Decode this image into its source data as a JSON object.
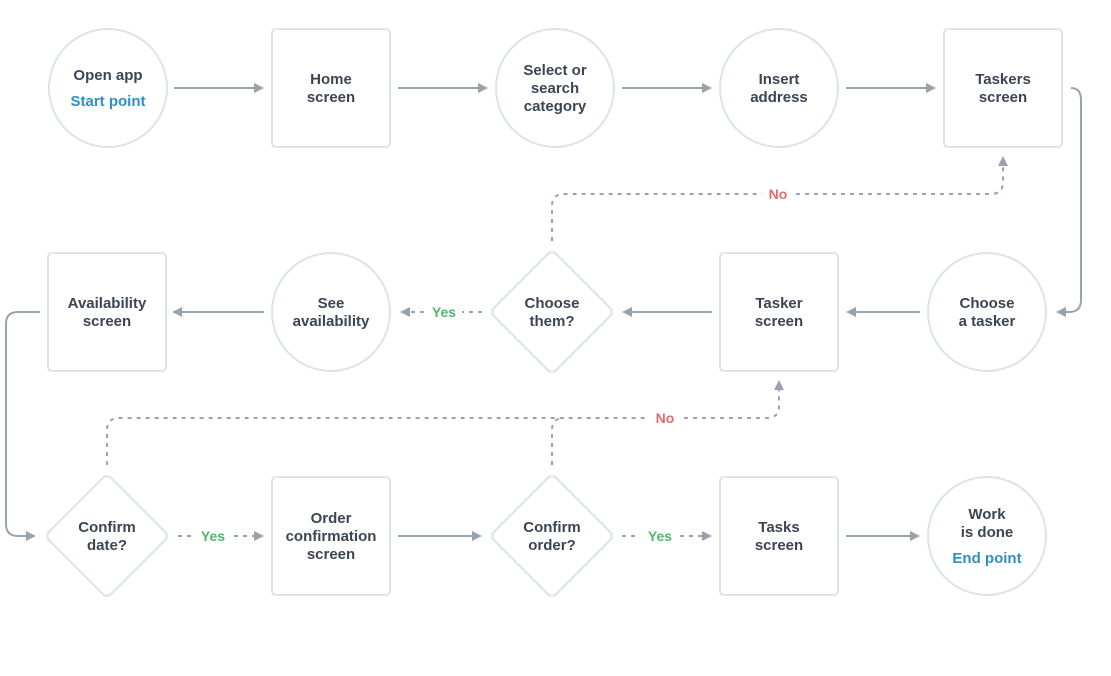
{
  "nodes": {
    "open_app": {
      "lines": [
        "Open app"
      ],
      "sub": "Start point"
    },
    "home": {
      "lines": [
        "Home",
        "screen"
      ]
    },
    "select_category": {
      "lines": [
        "Select or",
        "search",
        "category"
      ]
    },
    "insert_address": {
      "lines": [
        "Insert",
        "address"
      ]
    },
    "taskers_screen": {
      "lines": [
        "Taskers",
        "screen"
      ]
    },
    "choose_tasker": {
      "lines": [
        "Choose",
        "a tasker"
      ]
    },
    "tasker_screen": {
      "lines": [
        "Tasker",
        "screen"
      ]
    },
    "choose_them": {
      "lines": [
        "Choose",
        "them?"
      ]
    },
    "see_availability": {
      "lines": [
        "See",
        "availability"
      ]
    },
    "availability_screen": {
      "lines": [
        "Availability",
        "screen"
      ]
    },
    "confirm_date": {
      "lines": [
        "Confirm",
        "date?"
      ]
    },
    "order_confirmation": {
      "lines": [
        "Order",
        "confirmation",
        "screen"
      ]
    },
    "confirm_order": {
      "lines": [
        "Confirm",
        "order?"
      ]
    },
    "tasks_screen": {
      "lines": [
        "Tasks",
        "screen"
      ]
    },
    "work_done": {
      "lines": [
        "Work",
        "is done"
      ],
      "sub": "End point"
    }
  },
  "labels": {
    "no": "No",
    "yes": "Yes"
  },
  "colors": {
    "accent": "#2f8fc4",
    "no": "#e06c6c",
    "yes": "#4cb86a",
    "stroke": "#dde3e6",
    "arrow": "#98a3ae",
    "text": "#3b4553"
  }
}
